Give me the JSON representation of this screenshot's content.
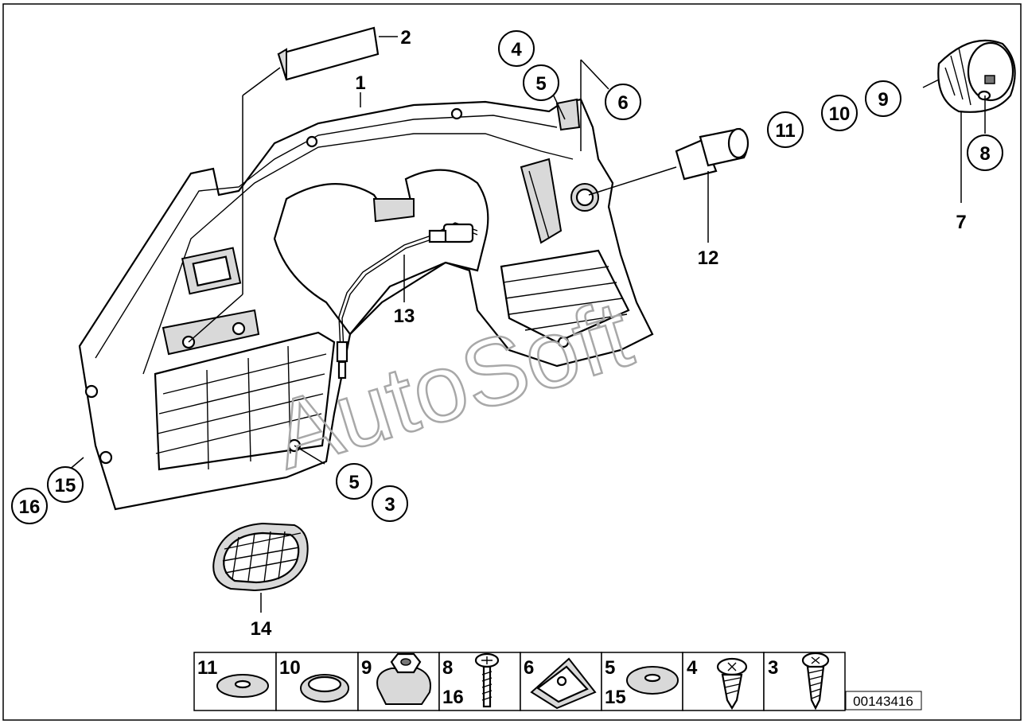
{
  "diagram": {
    "id_code": "00143416",
    "watermark": "AutoSoft",
    "callouts": {
      "c1": "1",
      "c2": "2",
      "c3": "3",
      "c4": "4",
      "c5a": "5",
      "c5b": "5",
      "c6": "6",
      "c7": "7",
      "c8": "8",
      "c9": "9",
      "c10": "10",
      "c11": "11",
      "c12": "12",
      "c13": "13",
      "c14": "14",
      "c15": "15",
      "c16": "16"
    },
    "legend": [
      {
        "top": "11",
        "bottom": ""
      },
      {
        "top": "10",
        "bottom": ""
      },
      {
        "top": "9",
        "bottom": ""
      },
      {
        "top": "8",
        "bottom": "16"
      },
      {
        "top": "6",
        "bottom": ""
      },
      {
        "top": "5",
        "bottom": "15"
      },
      {
        "top": "4",
        "bottom": ""
      },
      {
        "top": "3",
        "bottom": ""
      }
    ]
  }
}
